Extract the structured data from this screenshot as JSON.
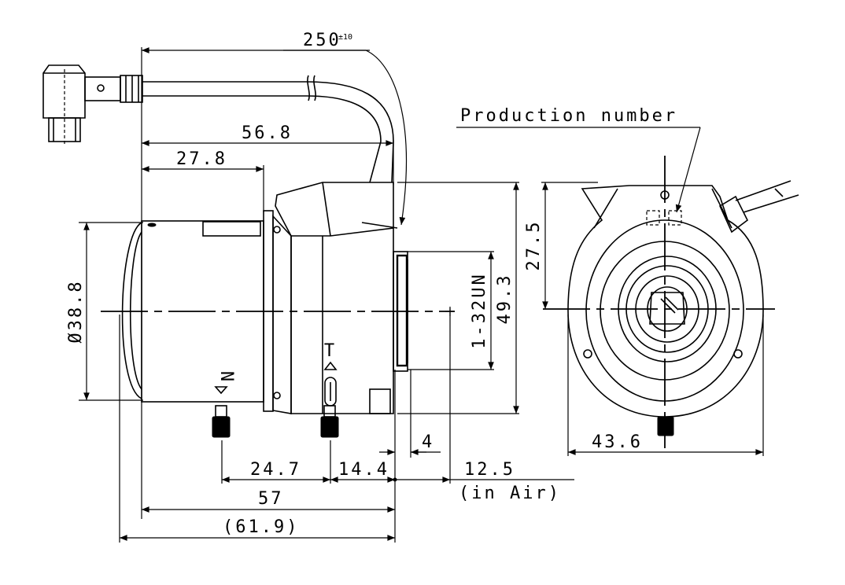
{
  "dimensions": {
    "cable_length": "250",
    "cable_tolerance": "±10",
    "body_length": "56.8",
    "front_length": "27.8",
    "diameter": "Ø38.8",
    "thread": "1-32UN",
    "height": "49.3",
    "half_height": "27.5",
    "width": "43.6",
    "flange_depth": "4",
    "knob_spacing": "24.7",
    "knob_to_mount": "14.4",
    "back_focus": "12.5",
    "back_focus_note": "(in Air)",
    "overall_length": "57",
    "total_length": "(61.9)"
  },
  "labels": {
    "production_number": "Production number",
    "zoom_mark": "N",
    "iris_mark": "T"
  }
}
